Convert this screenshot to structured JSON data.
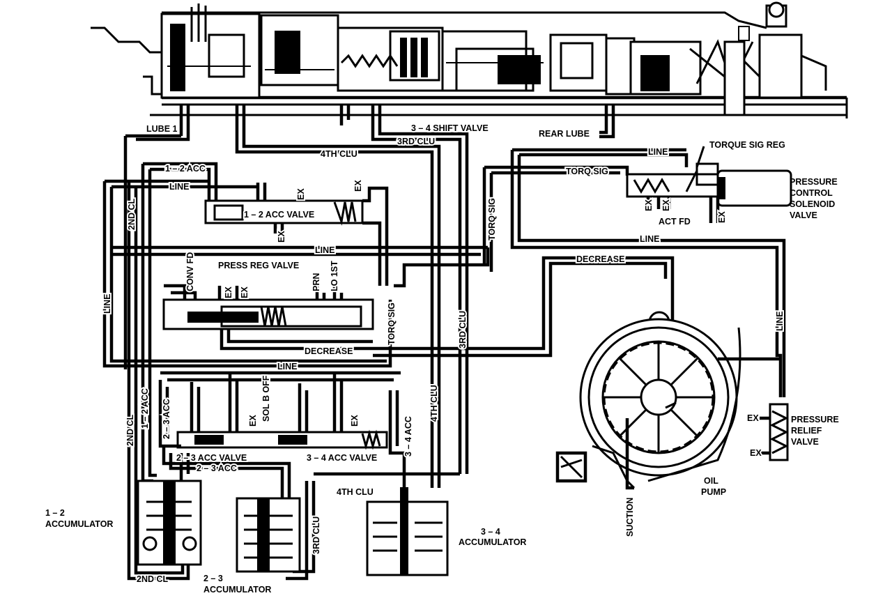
{
  "labels": {
    "lube1": "LUBE 1",
    "shift34": "3 – 4 SHIFT VALVE",
    "rear_lube": "REAR LUBE",
    "clu3_top": "3RD CLU",
    "clu4_top": "4TH CLU",
    "acc12_line": "1 – 2 ACC",
    "line_a": "LINE",
    "acc12_valve": "1 – 2 ACC VALVE",
    "ex_a": "EX",
    "ex_b": "EX",
    "ex_c": "EX",
    "line_torq": "LINE",
    "torque_sig_reg": "TORQUE SIG REG",
    "torq_sig_h": "TORQ SIG",
    "pcs_line1": "PRESSURE",
    "pcs_line2": "CONTROL",
    "pcs_line3": "SOLENOID",
    "pcs_line4": "VALVE",
    "ex_d": "EX",
    "ex_e": "EX",
    "act_fd": "ACT FD",
    "ex_f": "EX",
    "torq_sig_v": "TORQ SIG",
    "line_mid": "LINE",
    "line_right": "LINE",
    "decrease_top": "DECREASE",
    "conv_fd": "CONV FD",
    "press_reg_valve": "PRESS REG VALVE",
    "ex_g": "EX",
    "ex_h": "EX",
    "prn": "PRN",
    "lo1st": "LO 1ST",
    "torq_sig_v2": "TORQ SIG",
    "clu3_v": "3RD CLU",
    "line_left": "LINE",
    "decrease_mid": "DECREASE",
    "cl2_v_top": "2ND CL",
    "line_low": "LINE",
    "sol_b_off": "SOL B OFF",
    "ex_i": "EX",
    "ex_j": "EX",
    "acc23_v": "2 – 3 ACC",
    "acc12_v": "1 – 2 ACC",
    "cl2_v": "2ND CL",
    "acc34_v": "3 – 4 ACC",
    "clu4_v": "4TH CLU",
    "acc23_valve": "2 – 3 ACC VALVE",
    "acc34_valve": "3 – 4 ACC VALVE",
    "acc23_h": "2 – 3 ACC",
    "clu4_bot": "4TH CLU",
    "clu3_bot": "3RD CLU",
    "acc34_lbl1": "3 – 4",
    "acc34_lbl2": "ACCUMULATOR",
    "acc12_lbl1": "1 – 2",
    "acc12_lbl2": "ACCUMULATOR",
    "cl2_bot": "2ND CL",
    "acc23_lbl1": "2 – 3",
    "acc23_lbl2": "ACCUMULATOR",
    "ex_k": "EX",
    "ex_l": "EX",
    "prv1": "PRESSURE",
    "prv2": "RELIEF",
    "prv3": "VALVE",
    "oil_pump1": "OIL",
    "oil_pump2": "PUMP",
    "suction": "SUCTION"
  }
}
